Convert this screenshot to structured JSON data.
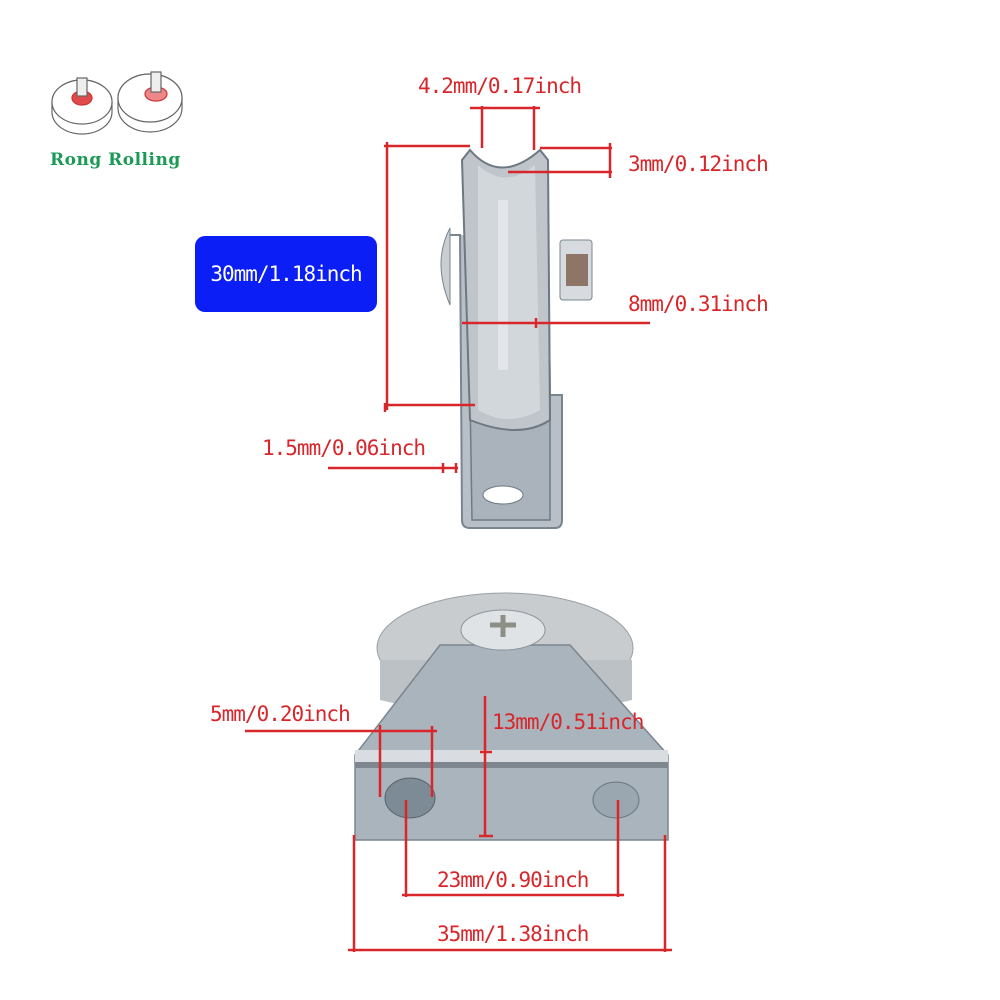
{
  "brand": {
    "name": "Rong Rolling",
    "logo_icon": "two-pulley-wheels-icon",
    "text_color": "#1a9a55"
  },
  "product": {
    "type": "U-groove pulley wheel with bracket",
    "views": [
      "side-view",
      "front-view"
    ]
  },
  "colors": {
    "dimension_red": "#d8262b",
    "badge_blue": "#0a1ef5",
    "badge_text": "#ffffff"
  },
  "dimensions": {
    "groove_width": "4.2mm/0.17inch",
    "groove_depth": "3mm/0.12inch",
    "wheel_diameter": "30mm/1.18inch",
    "axle_length": "8mm/0.31inch",
    "bracket_thickness": "1.5mm/0.06inch",
    "hole_diameter": "5mm/0.20inch",
    "base_height": "13mm/0.51inch",
    "hole_spacing": "23mm/0.90inch",
    "base_width": "35mm/1.38inch"
  }
}
